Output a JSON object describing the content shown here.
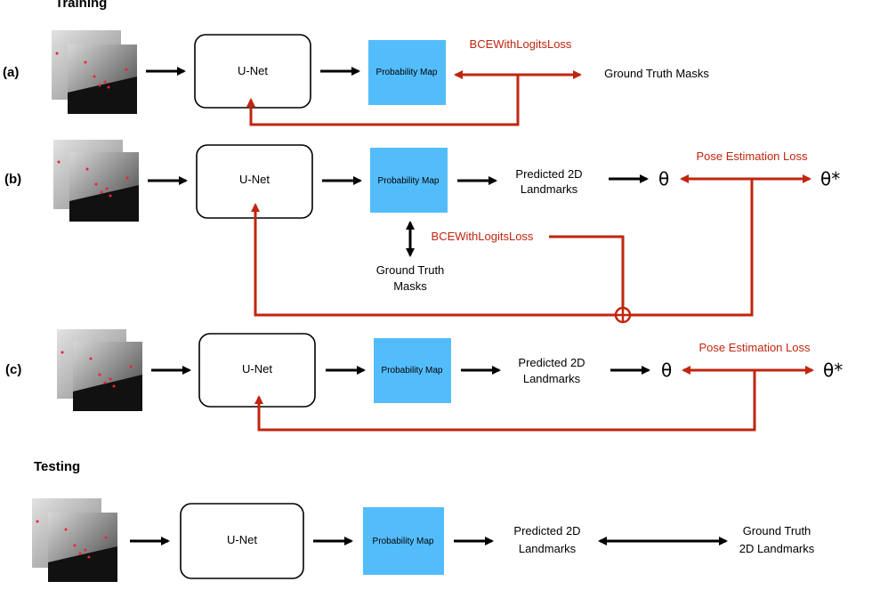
{
  "sections": {
    "training": "Training",
    "testing": "Testing"
  },
  "colors": {
    "prob_map": "#53bdfb",
    "loss_red": "#c0260f",
    "arrow_black": "#000000"
  },
  "rows": {
    "a": {
      "label": "(a)",
      "unet": "U-Net",
      "prob_map": "Probability Map",
      "loss": "BCEWithLogitsLoss",
      "target": "Ground Truth Masks"
    },
    "b": {
      "label": "(b)",
      "unet": "U-Net",
      "prob_map": "Probability Map",
      "pred_line1": "Predicted 2D",
      "pred_line2": "Landmarks",
      "theta": "θ",
      "theta_star": "θ*",
      "pose_loss": "Pose Estimation Loss",
      "bce_loss": "BCEWithLogitsLoss",
      "gt_line1": "Ground Truth",
      "gt_line2": "Masks",
      "sum_symbol": "⊕"
    },
    "c": {
      "label": "(c)",
      "unet": "U-Net",
      "prob_map": "Probability Map",
      "pred_line1": "Predicted 2D",
      "pred_line2": "Landmarks",
      "theta": "θ",
      "theta_star": "θ*",
      "pose_loss": "Pose Estimation Loss"
    },
    "test": {
      "unet": "U-Net",
      "prob_map": "Probability Map",
      "pred_line1": "Predicted 2D",
      "pred_line2": "Landmarks",
      "gt_line1": "Ground Truth",
      "gt_line2": "2D Landmarks"
    }
  }
}
